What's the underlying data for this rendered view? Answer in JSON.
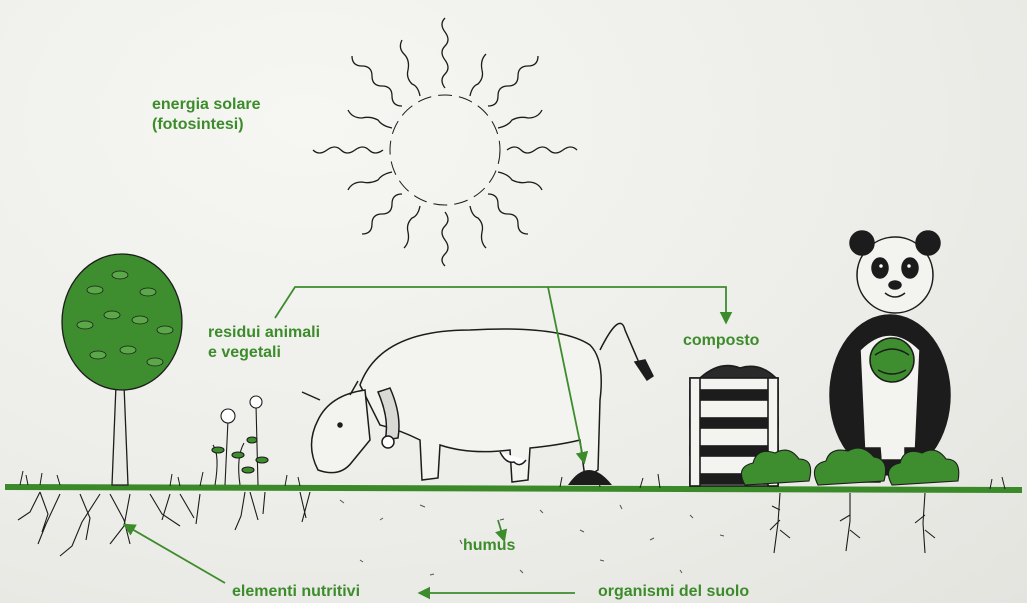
{
  "colors": {
    "label_green": "#3d8c2c",
    "arrow_green": "#3d8c2c",
    "ground_green": "#3b8a2a",
    "ink": "#1c1c1c",
    "leaf_green": "#3e8d2f",
    "background": "#efefec"
  },
  "labels": {
    "solar_line1": "energia solare",
    "solar_line2": "(fotosintesi)",
    "residues_line1": "residui animali",
    "residues_line2": "e vegetali",
    "compost": "composto",
    "humus": "humus",
    "nutrients": "elementi nutritivi",
    "soil_organisms": "organismi del suolo"
  },
  "icons": [
    "sun-icon",
    "tree-icon",
    "cow-icon",
    "flowers-icon",
    "compost-bin-icon",
    "panda-icon",
    "lettuce-icon",
    "roots-icon"
  ]
}
